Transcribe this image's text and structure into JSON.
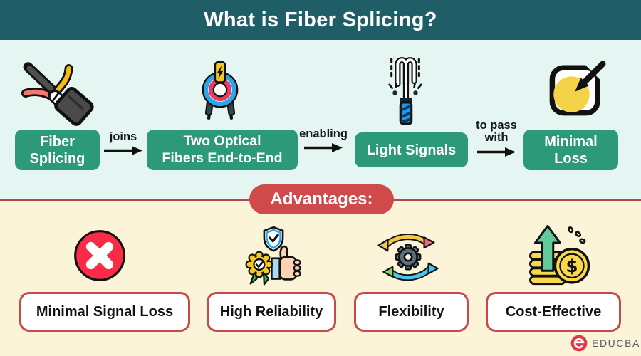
{
  "title": "What is Fiber Splicing?",
  "flow": {
    "steps": [
      {
        "label": "Fiber\nSplicing",
        "icon": "fiber-cable-icon"
      },
      {
        "label": "Two Optical\nFibers End-to-End",
        "icon": "optical-fiber-coil-icon"
      },
      {
        "label": "Light Signals",
        "icon": "light-signal-wand-icon"
      },
      {
        "label": "Minimal\nLoss",
        "icon": "minimize-arrow-icon"
      }
    ],
    "connectors": [
      {
        "label": "joins"
      },
      {
        "label": "enabling"
      },
      {
        "label": "to pass\nwith"
      }
    ]
  },
  "advantages": {
    "heading": "Advantages:",
    "items": [
      {
        "label": "Minimal Signal Loss",
        "icon": "cross-circle-icon"
      },
      {
        "label": "High Reliability",
        "icon": "thumbs-up-badge-icon"
      },
      {
        "label": "Flexibility",
        "icon": "gear-cycle-arrows-icon"
      },
      {
        "label": "Cost-Effective",
        "icon": "coins-dollar-growth-icon"
      }
    ]
  },
  "brand": {
    "name": "EDUCBA"
  },
  "colors": {
    "header_bg": "#1f5e66",
    "top_section_bg": "#e5f6f2",
    "bottom_section_bg": "#fcf4d9",
    "step_box_green": "#2c9a78",
    "advantages_red": "#d04a4b",
    "divider_red": "#b24947",
    "outline_black": "#111111"
  }
}
